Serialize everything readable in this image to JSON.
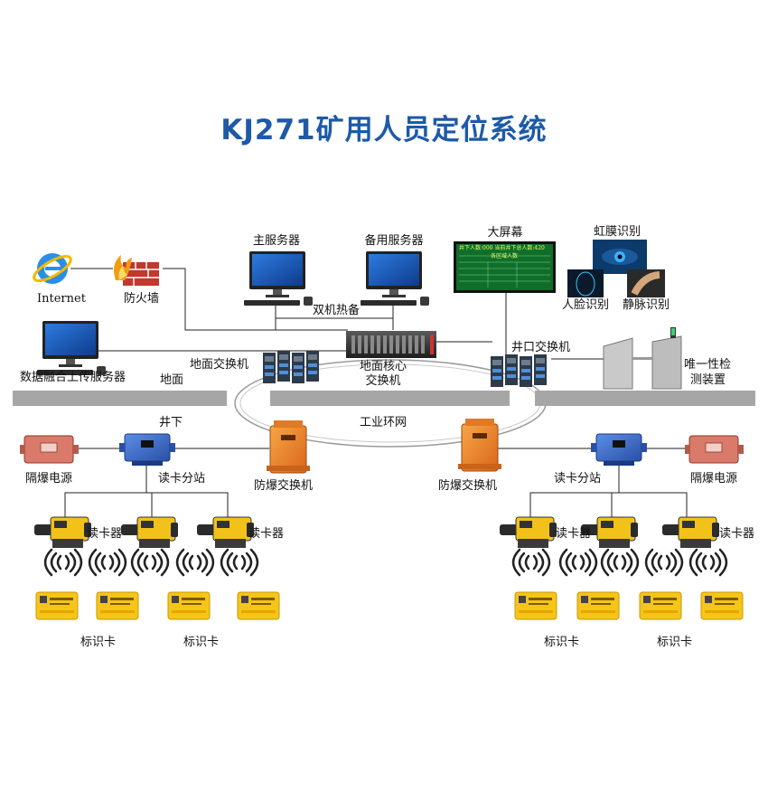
{
  "title": "KJ271矿用人员定位系统",
  "labels": {
    "internet": "Internet",
    "firewall": "防火墙",
    "main_server": "主服务器",
    "backup_server": "备用服务器",
    "hot_standby": "双机热备",
    "big_screen": "大屏幕",
    "iris": "虹膜识别",
    "face": "人脸识别",
    "vein": "静脉识别",
    "fusion_server": "数据融合上传服务器",
    "ground_area": "地面",
    "ground_switch": "地面交换机",
    "core_switch_l1": "地面核心",
    "core_switch_l2": "交换机",
    "wellhead_switch": "井口交换机",
    "uniqueness_l1": "唯一性检",
    "uniqueness_l2": "测装置",
    "underground": "井下",
    "ring_network": "工业环网",
    "left_power": "隔爆电源",
    "left_substation": "读卡分站",
    "left_ex_switch": "防爆交换机",
    "left_reader_a": "读卡器",
    "left_reader_b": "读卡器",
    "left_card_a": "标识卡",
    "left_card_b": "标识卡",
    "right_ex_switch": "防爆交换机",
    "right_substation": "读卡分站",
    "right_power": "隔爆电源",
    "right_reader_a": "读卡器",
    "right_reader_b": "读卡器",
    "right_card_a": "标识卡",
    "right_card_b": "标识卡"
  },
  "screen_text": {
    "row1": "井下人数:000  当前井下总人数:420",
    "row2": "各区域人数"
  },
  "colors": {
    "title": "#1d5aa8",
    "ground_bar": "#a6a6a6",
    "explosion_switch": "#f08a2a",
    "substation": "#3d6fc9",
    "power_box": "#d97a6a",
    "reader": "#f2c21a",
    "id_card": "#f5c518",
    "screen_bg": "#0f6e2a"
  },
  "icons": [
    "ie-icon",
    "firewall-icon",
    "monitor-icon",
    "rack-switch-icon",
    "core-switch-icon",
    "turnstile-icon",
    "biometric-icon",
    "explosion-proof-switch-icon",
    "substation-icon",
    "power-box-icon",
    "card-reader-icon",
    "signal-icon",
    "id-card-icon"
  ]
}
